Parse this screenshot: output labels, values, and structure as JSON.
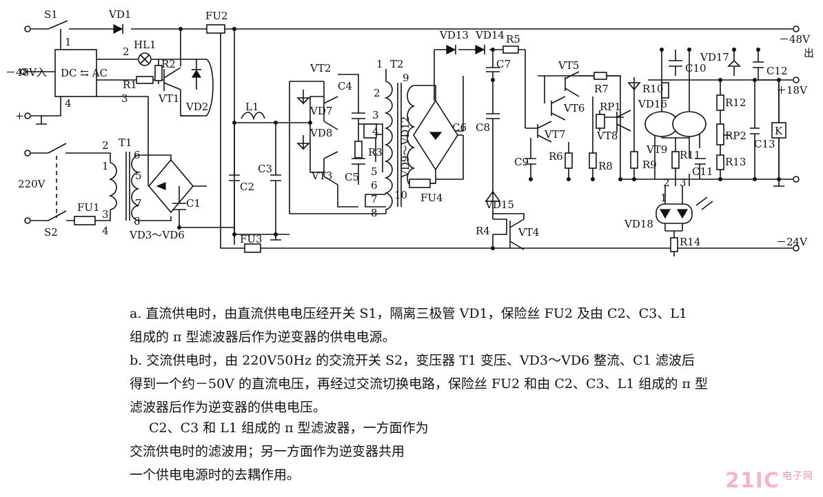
{
  "labels": {
    "s1": "S1",
    "s2": "S2",
    "vd1": "VD1",
    "fu1": "FU1",
    "fu2": "FU2",
    "fu3": "FU3",
    "fu4": "FU4",
    "hl1": "HL1",
    "r1": "R1",
    "r2": "R2",
    "r3": "R3",
    "r4": "R4",
    "r5": "R5",
    "r6": "R6",
    "r7": "R7",
    "r8": "R8",
    "r9": "R9",
    "r10": "R10",
    "r11": "R11",
    "r12": "R12",
    "r13": "R13",
    "r14": "R14",
    "vt1": "VT1",
    "vt2": "VT2",
    "vt3": "VT3",
    "vt4": "VT4",
    "vt5": "VT5",
    "vt6": "VT6",
    "vt7": "VT7",
    "vt8": "VT8",
    "vt9": "VT9",
    "vd2": "VD2",
    "vd7": "VD7",
    "vd8": "VD8",
    "vd13": "VD13",
    "vd14": "VD14",
    "vd15": "VD15",
    "vd16": "VD16",
    "vd17": "VD17",
    "vd18": "VD18",
    "vd3_6": "VD3～VD6",
    "vd9_12": "VD9～VD12",
    "c1": "C1",
    "c2": "C2",
    "c3": "C3",
    "c4": "C4",
    "c5": "C5",
    "c6": "C6",
    "c7": "C7",
    "c8": "C8",
    "c9": "C9",
    "c10": "C10",
    "c11": "C11",
    "c12": "C12",
    "c13": "C13",
    "l1": "L1",
    "t1": "T1",
    "t2": "T2",
    "rp1": "RP1",
    "rp2": "RP2",
    "k": "K",
    "dc_ac": "DC ⇆ AC",
    "in48": "－48V入",
    "v220": "220V",
    "out48": "－48V",
    "out_chu": "出",
    "out18": "＋18V",
    "out24": "－24V",
    "plus": "+",
    "minus": "－",
    "n1": "1",
    "n2": "2",
    "n3": "3",
    "n4": "4",
    "n5": "5",
    "n6": "6",
    "n7": "7",
    "n8": "8",
    "n9": "9",
    "n10": "10"
  },
  "text": {
    "a": "a. 直流供电时，由直流供电电压经开关 S1，隔离三极管 VD1，保险丝 FU2 及由 C2、C3、L1",
    "a2": "组成的 π 型滤波器后作为逆变器的供电电源。",
    "b": "b. 交流供电时，由 220V50Hz 的交流开关 S2，变压器 T1 变压、VD3～VD6 整流、C1 滤波后",
    "b2": "得到一个约－50V 的直流电压，再经过交流切换电路，保险丝 FU2 和由 C2、C3、L1 组成的 π 型",
    "b3": "滤波器后作为逆变器的供电电压。",
    "c": "C2、C3 和 L1 组成的 π 型滤波器，一方面作为",
    "c2": "交流供电时的滤波用；另一方面作为逆变器共用",
    "c3": "一个供电电源时的去耦作用。"
  },
  "watermark": {
    "brand": "21IC",
    "site": "电子网"
  }
}
